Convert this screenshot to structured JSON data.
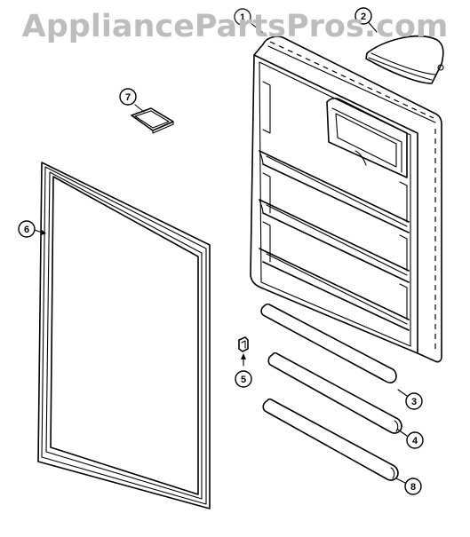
{
  "watermark": "AppliancePartsPros.com",
  "callouts": [
    {
      "id": "1",
      "label": "1"
    },
    {
      "id": "2",
      "label": "2"
    },
    {
      "id": "3",
      "label": "3"
    },
    {
      "id": "4",
      "label": "4"
    },
    {
      "id": "5",
      "label": "5"
    },
    {
      "id": "6",
      "label": "6"
    },
    {
      "id": "7",
      "label": "7"
    },
    {
      "id": "8",
      "label": "8"
    }
  ]
}
